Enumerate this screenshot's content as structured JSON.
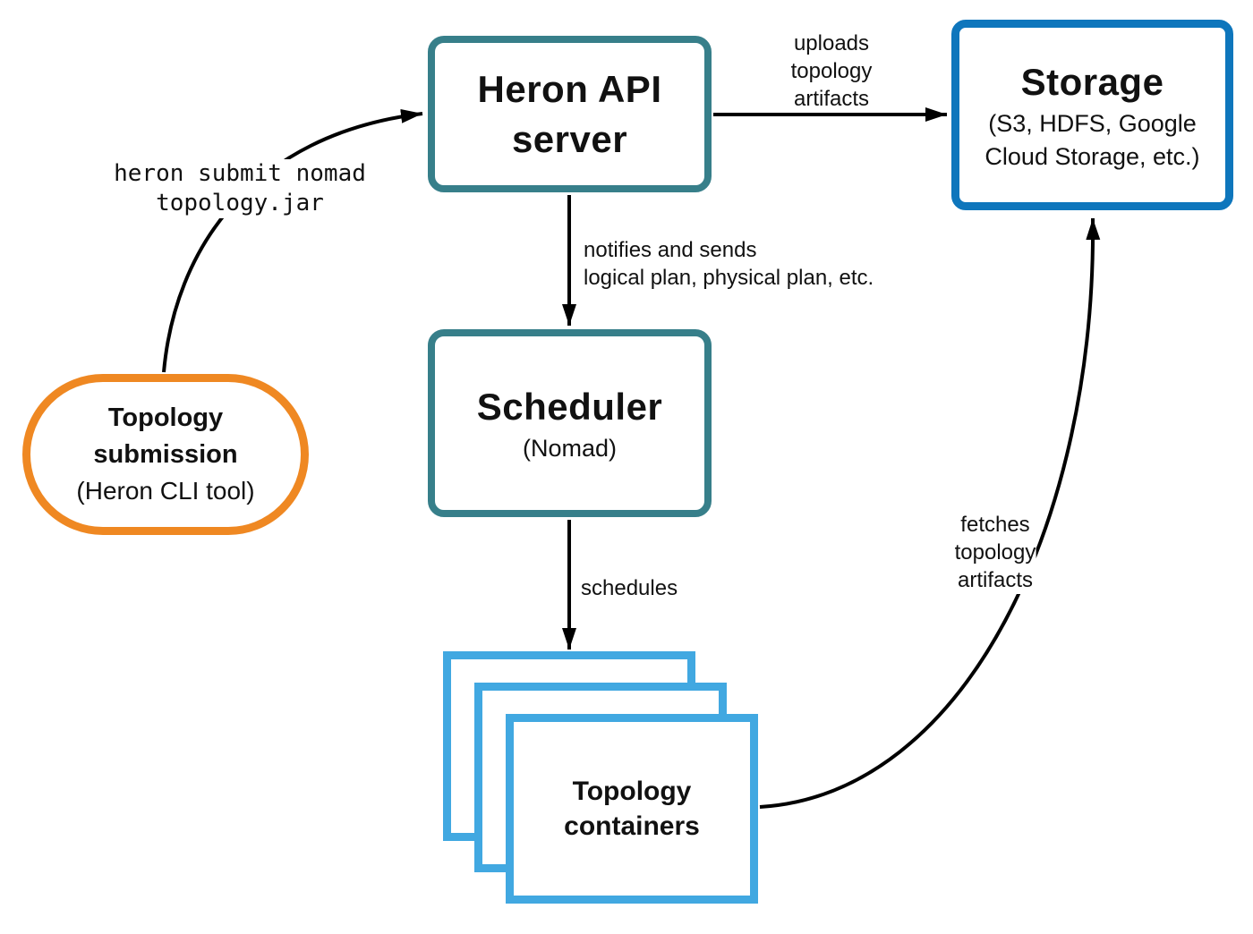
{
  "diagram": {
    "nodes": {
      "heron_api_server": {
        "title": "Heron API server"
      },
      "storage": {
        "title": "Storage",
        "subtitle": "(S3, HDFS, Google Cloud Storage, etc.)"
      },
      "topology_submission": {
        "title": "Topology submission",
        "subtitle": "(Heron CLI tool)"
      },
      "scheduler": {
        "title": "Scheduler",
        "subtitle": "(Nomad)"
      },
      "topology_containers": {
        "title": "Topology containers"
      }
    },
    "edges": {
      "submit": {
        "label": "heron submit nomad\ntopology.jar"
      },
      "uploads": {
        "label": "uploads\ntopology\nartifacts"
      },
      "notifies": {
        "label": "notifies and sends\nlogical plan, physical plan, etc."
      },
      "schedules": {
        "label": "schedules"
      },
      "fetches": {
        "label": "fetches\ntopology\nartifacts"
      }
    },
    "colors": {
      "teal": "#377f8a",
      "blue": "#0e76bc",
      "light_blue": "#41a8e1",
      "orange": "#ef8822",
      "arrow": "#000000"
    }
  }
}
